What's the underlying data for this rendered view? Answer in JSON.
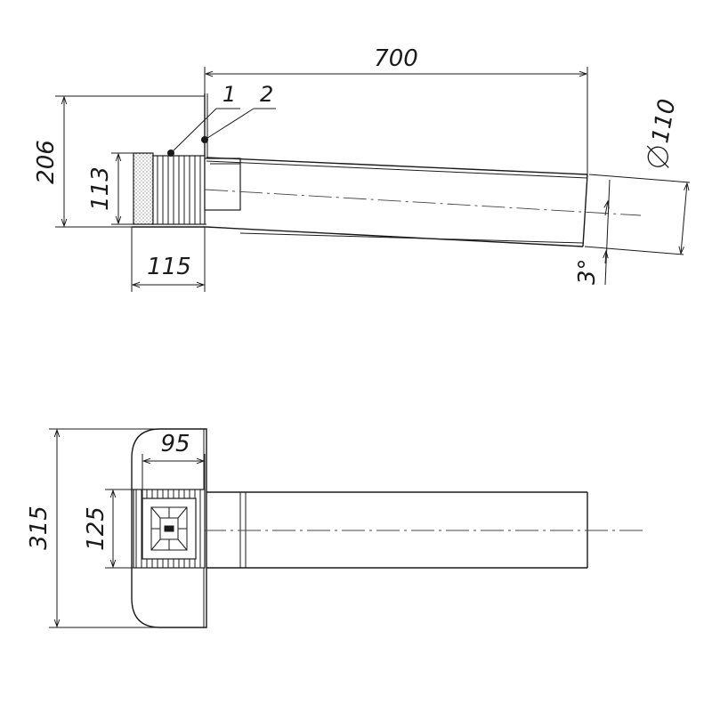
{
  "side_view": {
    "dim_length": "700",
    "dim_height": "206",
    "dim_grate_height": "113",
    "dim_grate_width": "115",
    "dim_diameter": "110",
    "dim_angle": "3°",
    "callout_1": "1",
    "callout_2": "2"
  },
  "plan_view": {
    "dim_flange": "315",
    "dim_grate_side": "125",
    "dim_grate_width": "95"
  }
}
